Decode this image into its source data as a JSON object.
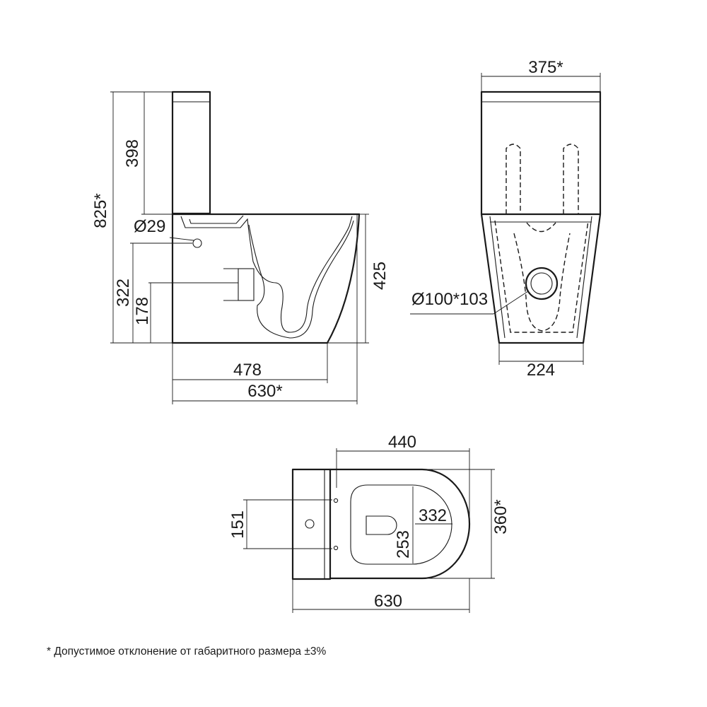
{
  "side_view": {
    "dim_cistern_height": "398",
    "dim_total_height": "825*",
    "dim_inlet_diameter": "Ø29",
    "dim_inlet_height": "322",
    "dim_outlet_height": "178",
    "dim_bowl_height": "425",
    "dim_base_length": "478",
    "dim_total_length": "630*"
  },
  "rear_view": {
    "dim_top_width": "375*",
    "dim_outlet_diameter": "Ø100*103",
    "dim_base_width": "224"
  },
  "top_view": {
    "dim_bowl_length": "440",
    "dim_seat_width": "332",
    "dim_bolt_spacing": "151",
    "dim_opening_length": "253",
    "dim_total_width": "360*",
    "dim_total_length": "630"
  },
  "footnote": "*  Допустимое отклонение от габаритного размера ±3%"
}
